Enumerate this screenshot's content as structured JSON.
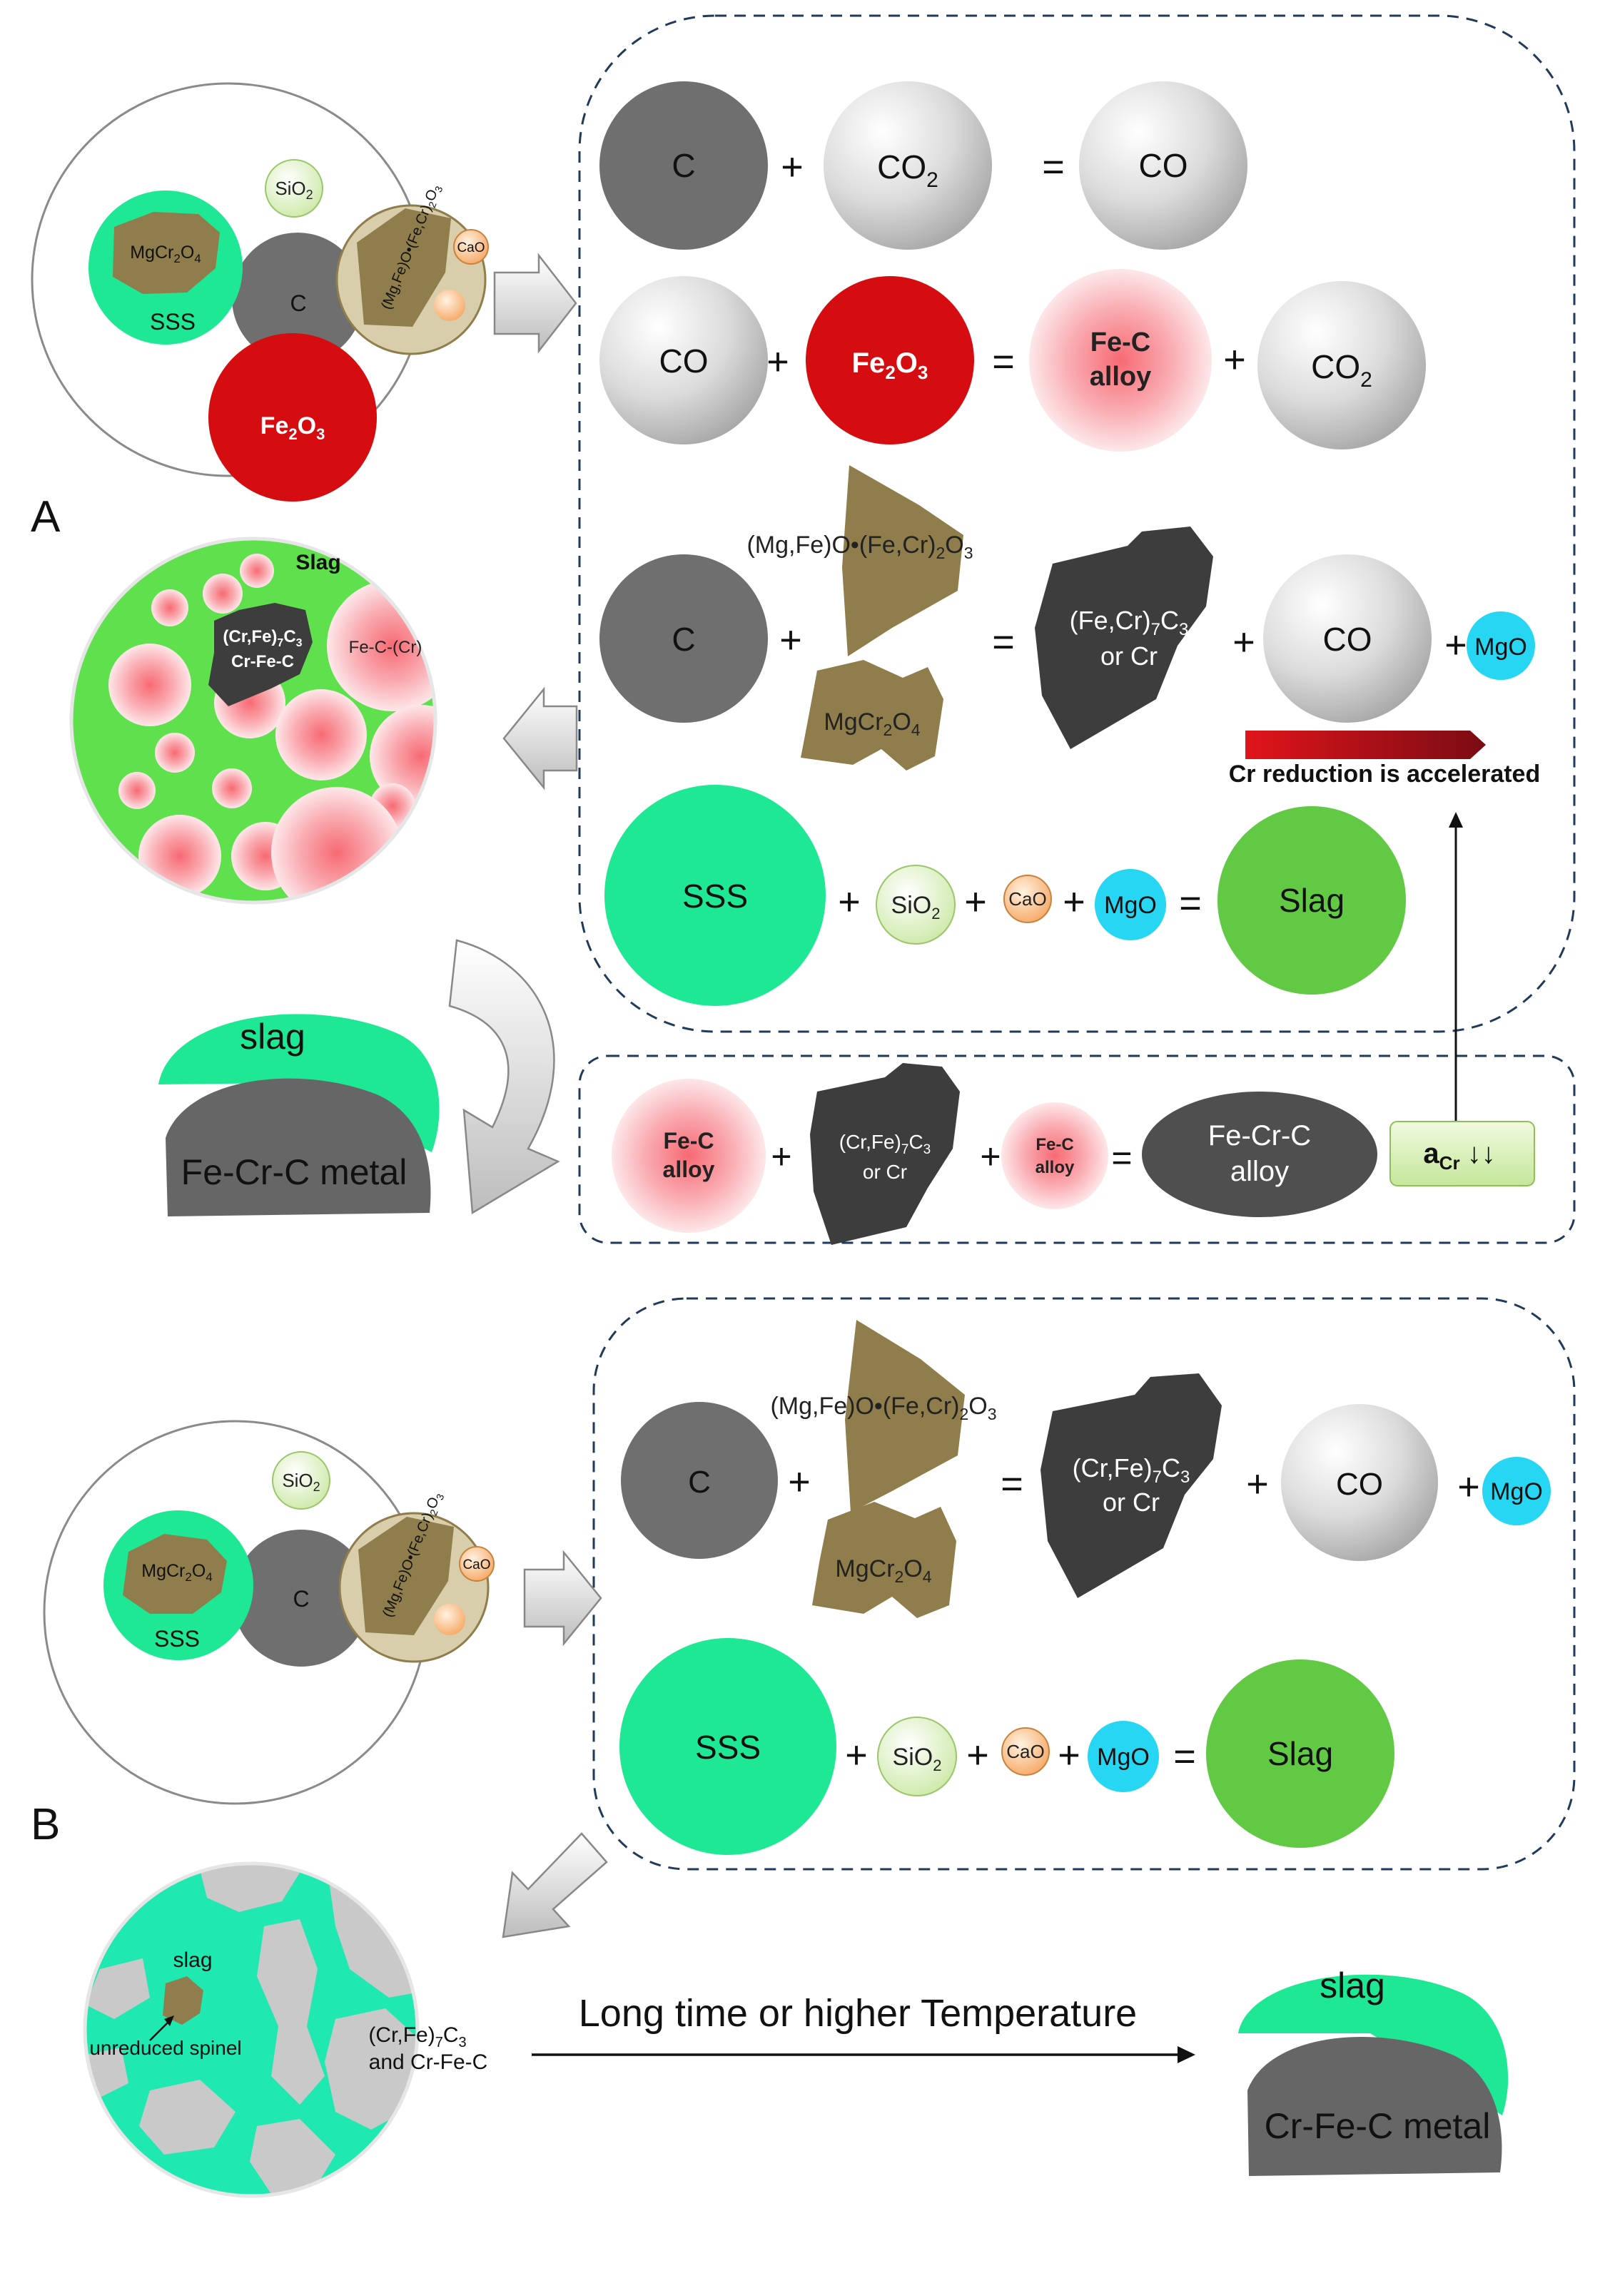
{
  "panels": {
    "a": "A",
    "b": "B"
  },
  "species": {
    "c": "C",
    "sio2": "SiO",
    "sio2_sub": "2",
    "sss": "SSS",
    "mgcr2o4": "MgCr",
    "mgcr2o4_sub1": "2",
    "mgcr2o4_o": "O",
    "mgcr2o4_sub2": "4",
    "cao": "CaO",
    "mgo": "MgO",
    "fe2o3_fe": "Fe",
    "fe2o3_sub1": "2",
    "fe2o3_o": "O",
    "fe2o3_sub2": "3",
    "co": "CO",
    "co2": "CO",
    "co2_sub": "2",
    "fec_line1": "Fe-C",
    "fec_line2": "alloy",
    "chromite": "(Mg,Fe)O•(Fe,Cr)",
    "chromite_sub1": "2",
    "chromite_o": "O",
    "chromite_sub2": "3",
    "carbide_fecr": "(Fe,Cr)",
    "carbide_crfe": "(Cr,Fe)",
    "carbide_sub1": "7",
    "carbide_c": "C",
    "carbide_sub2": "3",
    "or_cr": "or Cr",
    "slag": "Slag",
    "fecrc_line1": "Fe-Cr-C",
    "fecrc_line2": "alloy",
    "acr": "a",
    "acr_sub": "Cr",
    "acr_arrows": "↓↓"
  },
  "symbols": {
    "plus": "+",
    "equals": "="
  },
  "a_section": {
    "slag_label": "Slag",
    "carbide_label_line2": "Cr-Fe-C",
    "fecr_label": "Fe-C-(Cr)",
    "cr_reduction": "Cr reduction is accelerated",
    "product_slag": "slag",
    "product_metal": "Fe-Cr-C metal"
  },
  "b_section": {
    "slag": "slag",
    "unreduced": "unreduced spinel",
    "carbide_line2": "and Cr-Fe-C",
    "arrow_label": "Long time or higher Temperature",
    "product_slag": "slag",
    "product_metal": "Cr-Fe-C metal"
  },
  "colors": {
    "sss_green": "#1fe894",
    "slag_green": "#62c944",
    "fe2o3_red": "#d50d10",
    "carbon_gray": "#6f6f6f",
    "spinel_brown": "#8f7d4c",
    "carbide_dark": "#3d3d3d",
    "mgo_cyan": "#27d6f2",
    "fec_pink": "#f8a7ad",
    "dashed_border": "#213a5a"
  },
  "icons": [
    "gray-block-arrow-icon",
    "curved-arrow-icon",
    "up-arrow-icon",
    "long-arrow-icon",
    "red-gradient-arrow-icon"
  ]
}
